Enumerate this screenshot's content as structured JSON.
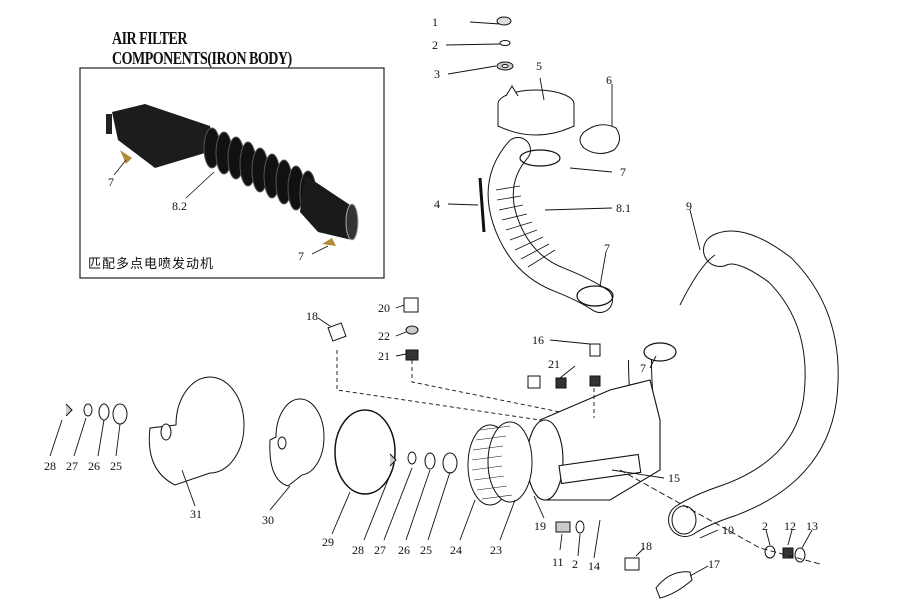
{
  "title": "AIR FILTER COMPONENTS(IRON BODY)",
  "inset": {
    "caption": "匹配多点电喷发动机",
    "labels": [
      "7",
      "8.2",
      "7"
    ]
  },
  "callouts": [
    "1",
    "2",
    "3",
    "5",
    "6",
    "7",
    "4",
    "8.1",
    "9",
    "7",
    "20",
    "18",
    "22",
    "16",
    "21",
    "21",
    "7",
    "28",
    "27",
    "26",
    "25",
    "15",
    "31",
    "30",
    "29",
    "28",
    "27",
    "26",
    "25",
    "24",
    "23",
    "19",
    "10",
    "2",
    "12",
    "13",
    "11",
    "2",
    "14",
    "18",
    "17"
  ]
}
